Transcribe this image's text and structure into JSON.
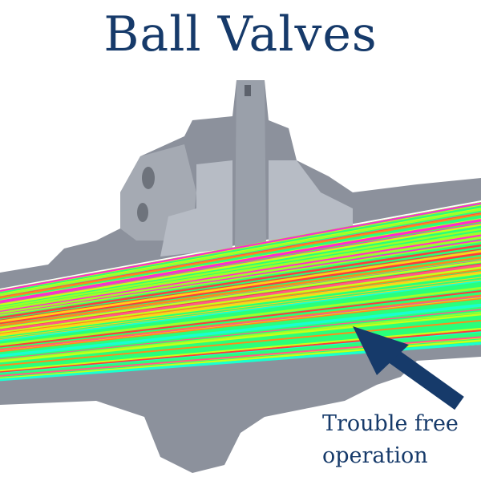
{
  "title": "Ball Valves",
  "annotation": {
    "line1": "Trouble free",
    "line2": "operation"
  },
  "colors": {
    "title": "#163a6a",
    "arrow": "#163a6a",
    "metal": "#8c919c",
    "metal_light": "#b7bcc5",
    "metal_dark": "#5d626c"
  },
  "streamline_colors": [
    "#ff3b3b",
    "#ff8a1a",
    "#ffd21a",
    "#9dff2a",
    "#2aff7a",
    "#1affd0",
    "#ff2ad4",
    "#ff5a8a",
    "#c8ff1a"
  ]
}
